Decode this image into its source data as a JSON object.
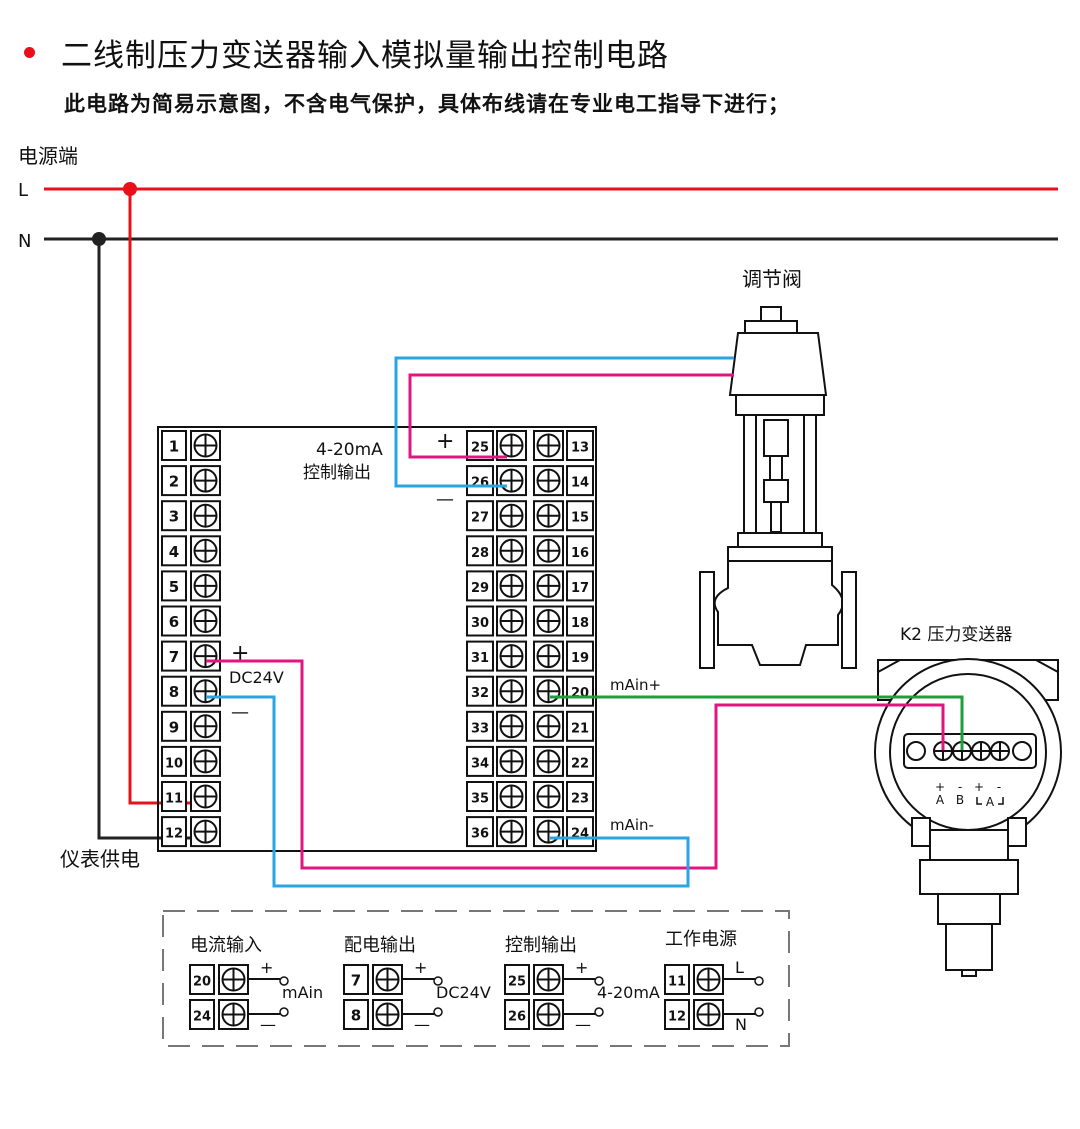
{
  "header": {
    "title": "二线制压力变送器输入模拟量输出控制电路",
    "subtitle": "此电路为简易示意图，不含电气保护，具体布线请在专业电工指导下进行；"
  },
  "power": {
    "label": "电源端",
    "line_l": "L",
    "line_n": "N",
    "supply_label": "仪表供电"
  },
  "valve": {
    "label": "调节阀"
  },
  "transmitter": {
    "label": "K2 压力变送器",
    "terms": [
      "+",
      "A",
      "-",
      "B",
      "+",
      "-",
      "A"
    ]
  },
  "controller": {
    "left_terminals": [
      "1",
      "2",
      "3",
      "4",
      "5",
      "6",
      "7",
      "8",
      "9",
      "10",
      "11",
      "12"
    ],
    "mid_terminals": [
      "25",
      "26",
      "27",
      "28",
      "29",
      "30",
      "31",
      "32",
      "33",
      "34",
      "35",
      "36"
    ],
    "right_terminals": [
      "13",
      "14",
      "15",
      "16",
      "17",
      "18",
      "19",
      "20",
      "21",
      "22",
      "23",
      "24"
    ],
    "out_label_1": "4-20mA",
    "out_label_2": "控制输出",
    "plus": "+",
    "minus": "—",
    "dc_label": "DC24V",
    "mA_plus": "mAin+",
    "mA_minus": "mAin-"
  },
  "legend": {
    "groups": [
      {
        "title": "电流输入",
        "top": "20",
        "bottom": "24",
        "plus": "+",
        "minus": "—",
        "value": "mAin"
      },
      {
        "title": "配电输出",
        "top": "7",
        "bottom": "8",
        "plus": "+",
        "minus": "—",
        "value": "DC24V"
      },
      {
        "title": "控制输出",
        "top": "25",
        "bottom": "26",
        "plus": "+",
        "minus": "—",
        "value": "4-20mA"
      },
      {
        "title": "工作电源",
        "top": "11",
        "bottom": "12",
        "plus": "L",
        "minus": "N",
        "value": ""
      }
    ]
  },
  "colors": {
    "red": "#e8101a",
    "black": "#222222",
    "magenta": "#e0157f",
    "blue": "#29a5e3",
    "green": "#1f9e3c"
  }
}
